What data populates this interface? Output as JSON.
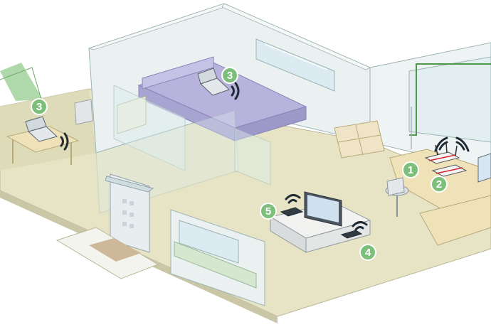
{
  "title": "",
  "colors": {
    "floor": "#e6e4c4",
    "wall": "#d2e2e0",
    "wall_line": "#9bb4b4",
    "glass": "#dfeeed",
    "bed": "#b7b3dd",
    "marker": "#7cbf7a",
    "signal": "#1f2b35",
    "accent_line": "#4a9a4a",
    "router_red": "#d8202c"
  },
  "markers": [
    {
      "id": "1",
      "label": "1",
      "device": "wifi-router"
    },
    {
      "id": "2",
      "label": "2",
      "device": "wired-router"
    },
    {
      "id": "3",
      "label": "3",
      "device": "laptop-bedroom"
    },
    {
      "id": "3",
      "label": "3",
      "device": "laptop-dining"
    },
    {
      "id": "4",
      "label": "4",
      "device": "media-player"
    },
    {
      "id": "5",
      "label": "5",
      "device": "game-console"
    }
  ]
}
